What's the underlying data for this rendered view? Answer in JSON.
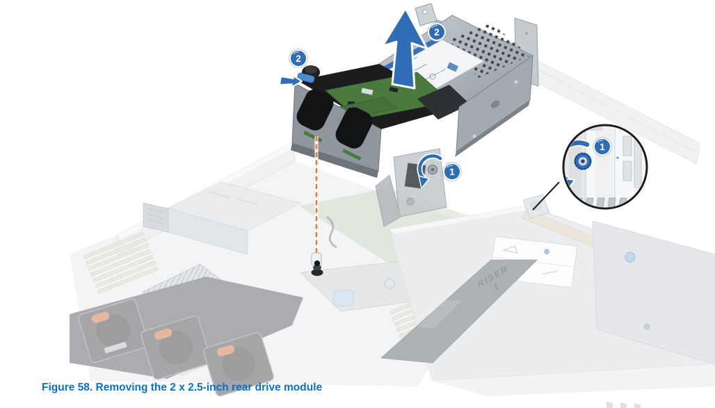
{
  "figure": {
    "caption": "Figure 58. Removing the 2 x 2.5-inch rear drive module"
  },
  "callouts": {
    "step1": "1",
    "step2": "2"
  },
  "component_labels": {
    "riser_line1": "RISER",
    "riser_line2": "1"
  },
  "icons": {
    "lift_arrow": "up-arrow",
    "latch_press_arrow": "right-arrow",
    "thumbscrew_rotate": "counterclockwise-rotate-arrow",
    "inset_thumbscrew_rotate": "counterclockwise-rotate-arrow"
  },
  "colors": {
    "caption_blue": "#0672CB",
    "callout_blue": "#2E6DB4",
    "arrow_blue": "#2F6DB6",
    "alignment_orange": "#E87A2E"
  }
}
